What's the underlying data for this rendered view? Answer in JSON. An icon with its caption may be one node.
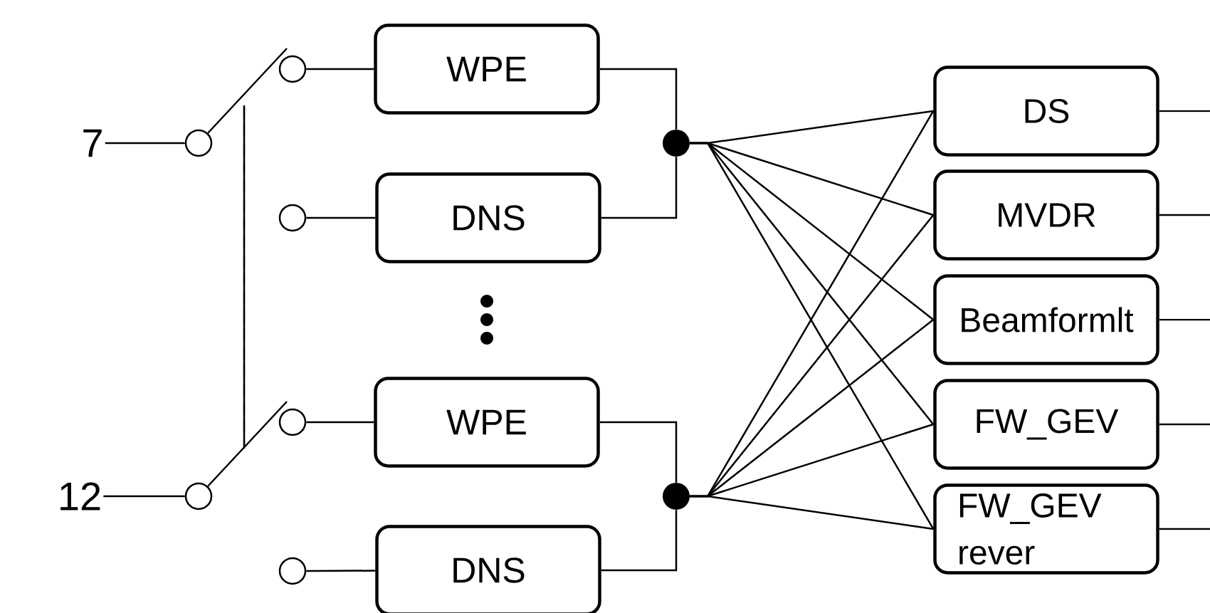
{
  "diagram": {
    "nodes": [
      {
        "text": [
          "7"
        ]
      },
      {
        "text": [],
        "shape": "circle"
      },
      {
        "text": [],
        "shape": "circle"
      },
      {
        "text": [
          "WPE"
        ]
      },
      {
        "text": [],
        "shape": "circle"
      },
      {
        "text": [
          "DNS"
        ]
      },
      {
        "text": [],
        "shape": "dot"
      },
      {
        "text": [
          "12"
        ]
      },
      {
        "text": [],
        "shape": "circle"
      },
      {
        "text": [],
        "shape": "circle"
      },
      {
        "text": [
          "WPE"
        ]
      },
      {
        "text": [],
        "shape": "circle"
      },
      {
        "text": [
          "DNS"
        ]
      },
      {
        "text": [],
        "shape": "dot"
      },
      {
        "text": [
          "DS"
        ]
      },
      {
        "text": [
          "MVDR"
        ]
      },
      {
        "text": [
          "Beamformlt"
        ]
      },
      {
        "text": [
          "FW_GEV"
        ]
      },
      {
        "text": [
          "FW_GEV rever"
        ]
      }
    ],
    "edges": [
      {
        "from": 0,
        "to": 1,
        "arrow": "none"
      },
      {
        "from": 2,
        "to": 3,
        "arrow": "none"
      },
      {
        "from": 4,
        "to": 5,
        "arrow": "none"
      },
      {
        "from": 3,
        "to": 6,
        "arrow": "none"
      },
      {
        "from": 5,
        "to": 6,
        "arrow": "none"
      },
      {
        "from": 7,
        "to": 8,
        "arrow": "none"
      },
      {
        "from": 9,
        "to": 10,
        "arrow": "none"
      },
      {
        "from": 11,
        "to": 12,
        "arrow": "none"
      },
      {
        "from": 10,
        "to": 13,
        "arrow": "none"
      },
      {
        "from": 12,
        "to": 13,
        "arrow": "none"
      },
      {
        "from": 6,
        "to": 14,
        "arrow": "none"
      },
      {
        "from": 6,
        "to": 15,
        "arrow": "none"
      },
      {
        "from": 6,
        "to": 16,
        "arrow": "none"
      },
      {
        "from": 6,
        "to": 17,
        "arrow": "none"
      },
      {
        "from": 6,
        "to": 18,
        "arrow": "none"
      },
      {
        "from": 13,
        "to": 14,
        "arrow": "none"
      },
      {
        "from": 13,
        "to": 15,
        "arrow": "none"
      },
      {
        "from": 13,
        "to": 16,
        "arrow": "none"
      },
      {
        "from": 13,
        "to": 17,
        "arrow": "none"
      },
      {
        "from": 13,
        "to": 18,
        "arrow": "none"
      },
      {
        "from": 14,
        "to": null,
        "arrow": "none"
      },
      {
        "from": 15,
        "to": null,
        "arrow": "none"
      },
      {
        "from": 16,
        "to": null,
        "arrow": "none"
      },
      {
        "from": 17,
        "to": null,
        "arrow": "none"
      },
      {
        "from": 18,
        "to": null,
        "arrow": "none"
      }
    ]
  }
}
